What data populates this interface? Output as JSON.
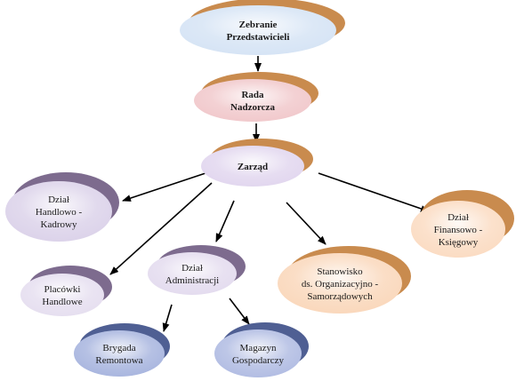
{
  "nodes": {
    "zebranie": {
      "lines": [
        "Zebranie",
        "Przedstawicieli"
      ],
      "bold": true,
      "fill": "#d6e4f5",
      "shadow": "#c98b4e"
    },
    "rada": {
      "lines": [
        "Rada",
        "Nadzorcza"
      ],
      "bold": true,
      "fill": "#f1c9cc",
      "shadow": "#c98b4e"
    },
    "zarzad": {
      "lines": [
        "Zarząd"
      ],
      "bold": true,
      "fill": "#e2d7ef",
      "shadow": "#c98b4e"
    },
    "handlowo": {
      "lines": [
        "Dział",
        "Handlowo -",
        "Kadrowy"
      ],
      "bold": false,
      "fill": "#dcd3ea",
      "shadow": "#7d6b8e"
    },
    "placowki": {
      "lines": [
        "Placówki",
        "Handlowe"
      ],
      "bold": false,
      "fill": "#e6dff0",
      "shadow": "#7d6b8e"
    },
    "administracji": {
      "lines": [
        "Dział",
        "Administracji"
      ],
      "bold": false,
      "fill": "#e4dcef",
      "shadow": "#7d6b8e"
    },
    "stanowisko": {
      "lines": [
        "Stanowisko",
        "ds. Organizacyjno -",
        "Samorządowych"
      ],
      "bold": false,
      "fill": "#fad8bc",
      "shadow": "#c98b4e"
    },
    "finansowo": {
      "lines": [
        "Dział",
        "Finansowo -",
        "Księgowy"
      ],
      "bold": false,
      "fill": "#fbdcc3",
      "shadow": "#c98b4e"
    },
    "brygada": {
      "lines": [
        "Brygada",
        "Remontowa"
      ],
      "bold": false,
      "fill": "#a9b6df",
      "shadow": "#4f5f93"
    },
    "magazyn": {
      "lines": [
        "Magazyn",
        "Gospodarczy"
      ],
      "bold": false,
      "fill": "#b2bde3",
      "shadow": "#4f5f93"
    }
  },
  "edges": [
    [
      "zebranie",
      "rada"
    ],
    [
      "rada",
      "zarzad"
    ],
    [
      "zarzad",
      "handlowo"
    ],
    [
      "zarzad",
      "placowki"
    ],
    [
      "zarzad",
      "administracji"
    ],
    [
      "zarzad",
      "stanowisko"
    ],
    [
      "zarzad",
      "finansowo"
    ],
    [
      "administracji",
      "brygada"
    ],
    [
      "administracji",
      "magazyn"
    ]
  ]
}
